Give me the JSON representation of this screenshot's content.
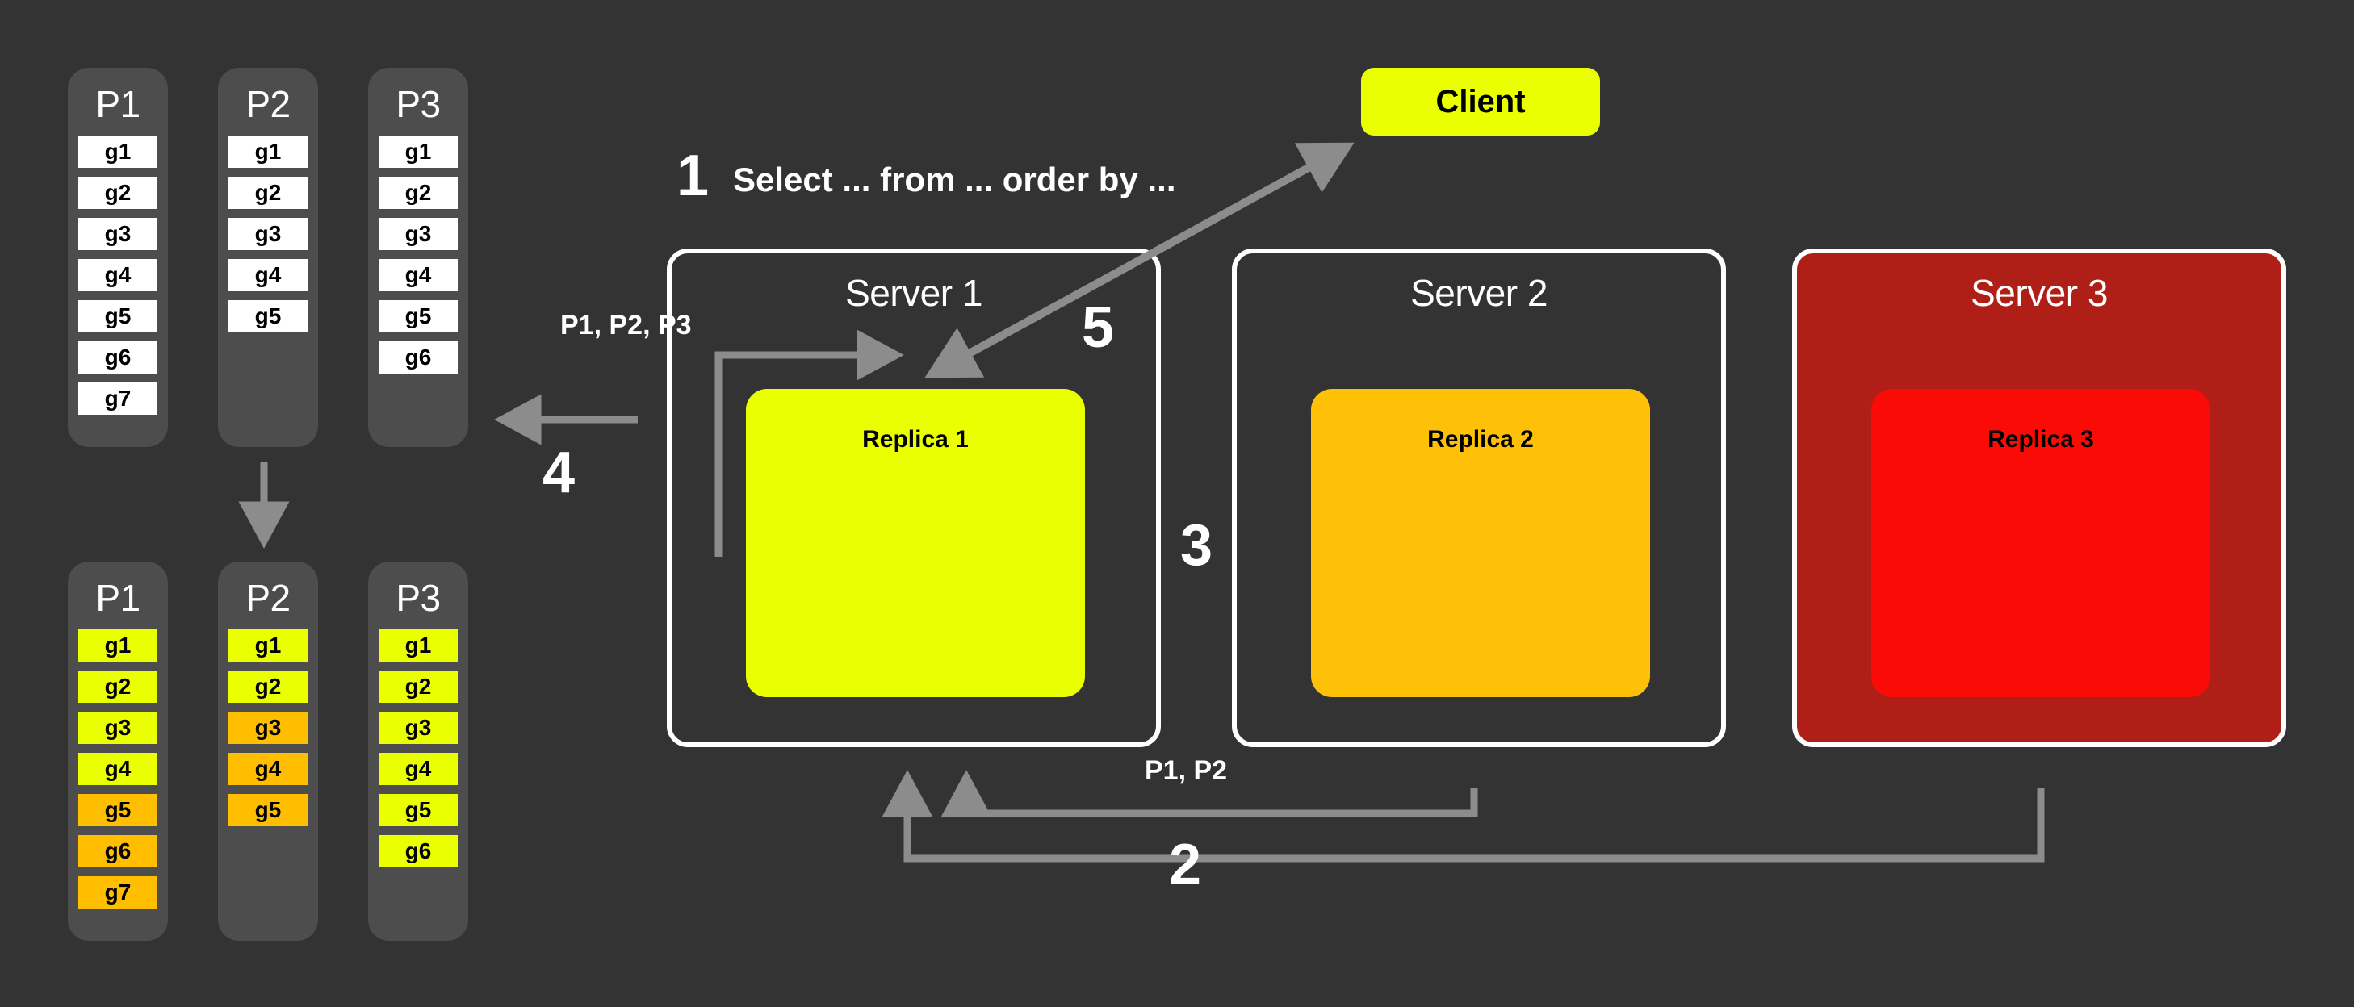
{
  "theme": {
    "background": "#333333",
    "partition_bg": "#4d4d4d",
    "cell_white": "#ffffff",
    "cell_yellow": "#eaff00",
    "cell_orange": "#ffbf00",
    "server_border": "#ffffff",
    "server_failed_bg": "#b01f17",
    "replica1": "#eaff00",
    "replica2": "#ffc107",
    "replica3": "#fb0b05",
    "arrow": "#8c8c8c",
    "text": "#ffffff"
  },
  "partitions_top": [
    {
      "title": "P1",
      "cells": [
        {
          "label": "g1",
          "state": "white"
        },
        {
          "label": "g2",
          "state": "white"
        },
        {
          "label": "g3",
          "state": "white"
        },
        {
          "label": "g4",
          "state": "white"
        },
        {
          "label": "g5",
          "state": "white"
        },
        {
          "label": "g6",
          "state": "white"
        },
        {
          "label": "g7",
          "state": "white"
        }
      ]
    },
    {
      "title": "P2",
      "cells": [
        {
          "label": "g1",
          "state": "white"
        },
        {
          "label": "g2",
          "state": "white"
        },
        {
          "label": "g3",
          "state": "white"
        },
        {
          "label": "g4",
          "state": "white"
        },
        {
          "label": "g5",
          "state": "white"
        }
      ]
    },
    {
      "title": "P3",
      "cells": [
        {
          "label": "g1",
          "state": "white"
        },
        {
          "label": "g2",
          "state": "white"
        },
        {
          "label": "g3",
          "state": "white"
        },
        {
          "label": "g4",
          "state": "white"
        },
        {
          "label": "g5",
          "state": "white"
        },
        {
          "label": "g6",
          "state": "white"
        }
      ]
    }
  ],
  "partitions_bottom": [
    {
      "title": "P1",
      "cells": [
        {
          "label": "g1",
          "state": "yellow"
        },
        {
          "label": "g2",
          "state": "yellow"
        },
        {
          "label": "g3",
          "state": "yellow"
        },
        {
          "label": "g4",
          "state": "yellow"
        },
        {
          "label": "g5",
          "state": "orange"
        },
        {
          "label": "g6",
          "state": "orange"
        },
        {
          "label": "g7",
          "state": "orange"
        }
      ]
    },
    {
      "title": "P2",
      "cells": [
        {
          "label": "g1",
          "state": "yellow"
        },
        {
          "label": "g2",
          "state": "yellow"
        },
        {
          "label": "g3",
          "state": "orange"
        },
        {
          "label": "g4",
          "state": "orange"
        },
        {
          "label": "g5",
          "state": "orange"
        }
      ]
    },
    {
      "title": "P3",
      "cells": [
        {
          "label": "g1",
          "state": "yellow"
        },
        {
          "label": "g2",
          "state": "yellow"
        },
        {
          "label": "g3",
          "state": "yellow"
        },
        {
          "label": "g4",
          "state": "yellow"
        },
        {
          "label": "g5",
          "state": "yellow"
        },
        {
          "label": "g6",
          "state": "yellow"
        }
      ]
    }
  ],
  "client": {
    "label": "Client"
  },
  "servers": [
    {
      "title": "Server 1",
      "replica": "Replica 1",
      "state": "healthy"
    },
    {
      "title": "Server 2",
      "replica": "Replica 2",
      "state": "healthy"
    },
    {
      "title": "Server 3",
      "replica": "Replica 3",
      "state": "failed"
    }
  ],
  "steps": {
    "one": "1",
    "two": "2",
    "three": "3",
    "four": "4",
    "five": "5"
  },
  "annotations": {
    "query": "Select ... from ... order by ...",
    "partitions_all": "P1, P2, P3",
    "partitions_fetched": "P1, P2"
  }
}
